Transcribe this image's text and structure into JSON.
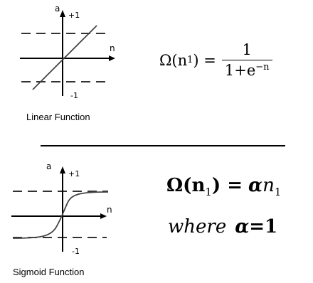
{
  "top_diagram": {
    "axis_vertical_label": "a",
    "axis_horizontal_label": "n",
    "upper_tick": "+1",
    "lower_tick": "-1",
    "caption": "Linear Function",
    "formula": {
      "lhs": "Ω(n",
      "lhs_sub": "1",
      "lhs_close": ") =",
      "numerator": "1",
      "denominator_base": "1+e",
      "denominator_exp": "−n"
    }
  },
  "bottom_diagram": {
    "axis_vertical_label": "a",
    "axis_horizontal_label": "n",
    "upper_tick": "+1",
    "lower_tick": "-1",
    "caption": "Sigmoid Function",
    "formula": {
      "lhs": "Ω(n",
      "lhs_sub": "1",
      "lhs_close": ") =",
      "rhs_var": "α",
      "rhs_n": "n",
      "rhs_sub": "1",
      "where_word": "where",
      "alpha": "α",
      "equals_one": "=1"
    }
  },
  "colors": {
    "ink": "#000000",
    "curve": "#444444",
    "dash": "#333333"
  }
}
